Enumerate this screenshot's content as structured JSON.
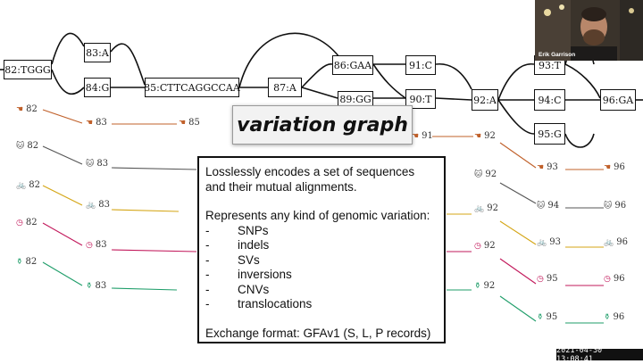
{
  "slide": {
    "title": "variation graph",
    "description": {
      "lead": "Losslessly encodes a set of sequences and their mutual alignments.",
      "variation_heading": "Represents any kind of genomic variation:",
      "variation_items": [
        "SNPs",
        "indels",
        "SVs",
        "inversions",
        "CNVs",
        "translocations"
      ],
      "exchange": "Exchange format: GFAv1 (S, L, P records)"
    }
  },
  "graph": {
    "nodes": [
      "82:TGGG",
      "83:A",
      "84:G",
      "85:CTTCAGGCCAA",
      "87:A",
      "86:GAA",
      "89:GG",
      "91:C",
      "90:T",
      "92:A",
      "93:T",
      "94:C",
      "95:G",
      "96:GA"
    ]
  },
  "paths": [
    {
      "icon": "hand-icon",
      "glyph": "☚",
      "color": "#c0602a",
      "labels": [
        "82",
        "83",
        "85",
        "91",
        "92",
        "93",
        "96"
      ]
    },
    {
      "icon": "cat-icon",
      "glyph": "🐱",
      "color": "#555555",
      "labels": [
        "82",
        "83",
        "92",
        "94",
        "96"
      ]
    },
    {
      "icon": "bicycle-icon",
      "glyph": "🚲",
      "color": "#d4a514",
      "labels": [
        "82",
        "83",
        "92",
        "93",
        "96"
      ]
    },
    {
      "icon": "clock-icon",
      "glyph": "◷",
      "color": "#c2185b",
      "labels": [
        "82",
        "83",
        "92",
        "95",
        "96"
      ]
    },
    {
      "icon": "bottle-icon",
      "glyph": "⚱",
      "color": "#1f9e6a",
      "labels": [
        "82",
        "83",
        "92",
        "95",
        "96"
      ]
    }
  ],
  "webcam": {
    "name": "Erik Garrison"
  },
  "timestamp": "2021-04-30 13:08:41"
}
